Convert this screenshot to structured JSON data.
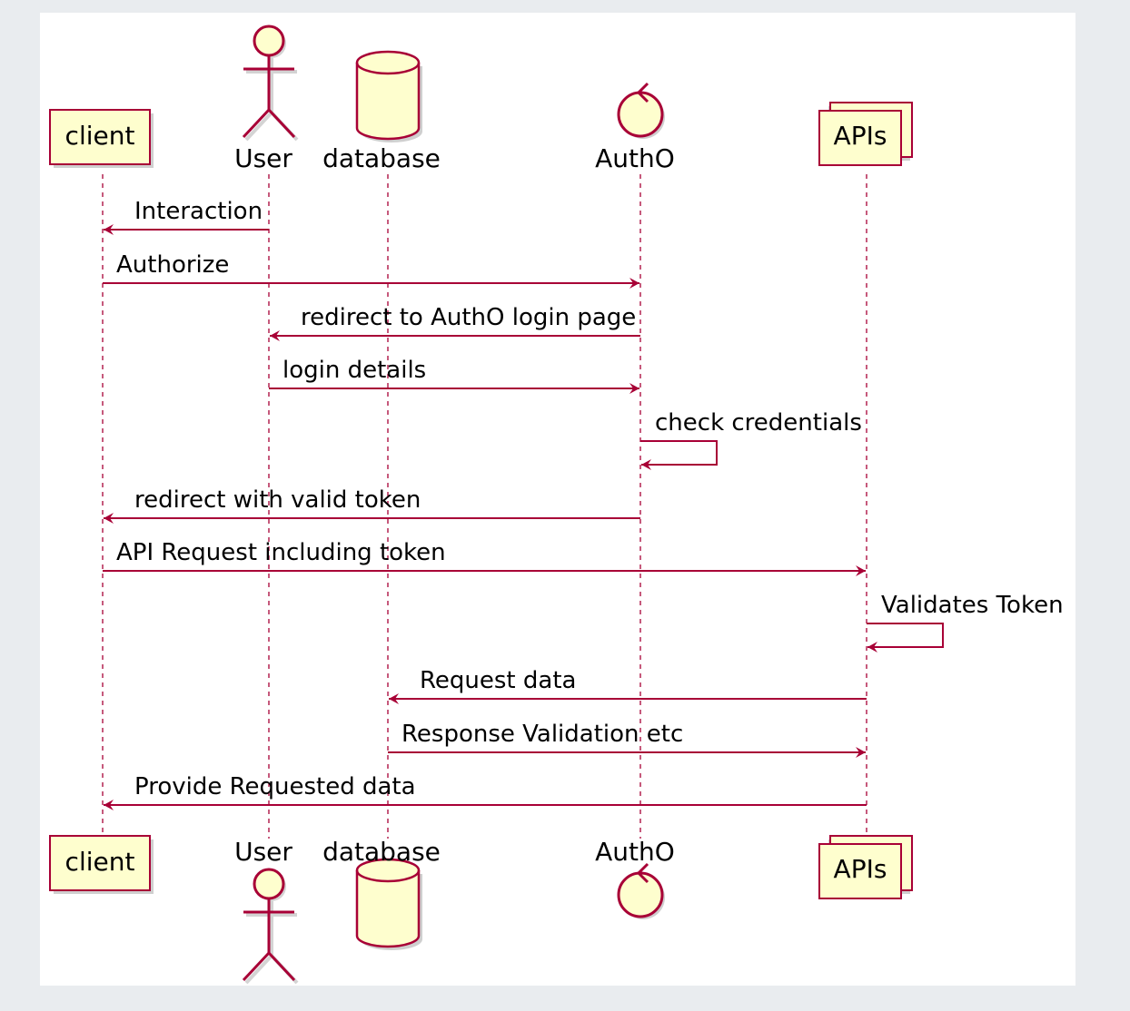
{
  "colors": {
    "line": "#a80036",
    "box_fill": "#fefece",
    "box_stroke": "#a80036",
    "shadow": "#cfcfcf",
    "page_background": "#e9ecef",
    "canvas_background": "#ffffff"
  },
  "participants": [
    {
      "id": "client",
      "label": "client",
      "shape": "rectangle"
    },
    {
      "id": "user",
      "label": "User",
      "shape": "actor"
    },
    {
      "id": "database",
      "label": "database",
      "shape": "database"
    },
    {
      "id": "auth0",
      "label": "AuthO",
      "shape": "control"
    },
    {
      "id": "apis",
      "label": "APIs",
      "shape": "collections"
    }
  ],
  "messages": [
    {
      "from": "user",
      "to": "client",
      "label": "Interaction"
    },
    {
      "from": "client",
      "to": "auth0",
      "label": "Authorize"
    },
    {
      "from": "auth0",
      "to": "user",
      "label": "redirect to AuthO login page"
    },
    {
      "from": "user",
      "to": "auth0",
      "label": "login details"
    },
    {
      "from": "auth0",
      "to": "auth0",
      "label": "check credentials"
    },
    {
      "from": "auth0",
      "to": "client",
      "label": "redirect with valid token"
    },
    {
      "from": "client",
      "to": "apis",
      "label": "API Request including token"
    },
    {
      "from": "apis",
      "to": "apis",
      "label": "Validates Token"
    },
    {
      "from": "apis",
      "to": "database",
      "label": "Request data"
    },
    {
      "from": "database",
      "to": "apis",
      "label": "Response Validation etc"
    },
    {
      "from": "apis",
      "to": "client",
      "label": "Provide Requested data"
    }
  ]
}
